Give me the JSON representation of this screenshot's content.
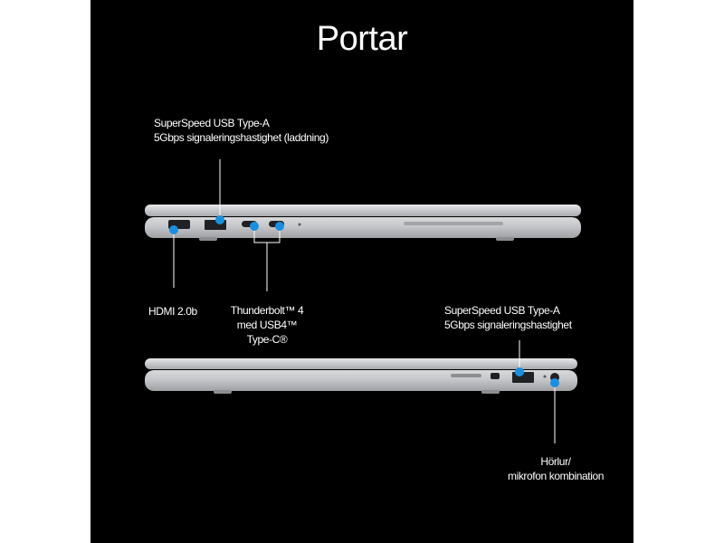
{
  "title": "Portar",
  "colors": {
    "background": "#000000",
    "text": "#ffffff",
    "marker": "#1a8fe0",
    "laptop_silver": "#c9cacc"
  },
  "left_side": {
    "usb_a_label": {
      "line1": "SuperSpeed USB Type-A",
      "line2": "5Gbps signaleringshastighet (laddning)"
    },
    "hdmi_label": "HDMI 2.0b",
    "thunderbolt_label": {
      "line1": "Thunderbolt™ 4",
      "line2": "med USB4™",
      "line3": "Type-C®"
    }
  },
  "right_side": {
    "usb_a_label": {
      "line1": "SuperSpeed USB Type-A",
      "line2": "5Gbps signaleringshastighet"
    },
    "audio_label": {
      "line1": "Hörlur/",
      "line2": "mikrofon kombination"
    }
  },
  "icons": {
    "port_marker": "blue-dot-icon"
  }
}
